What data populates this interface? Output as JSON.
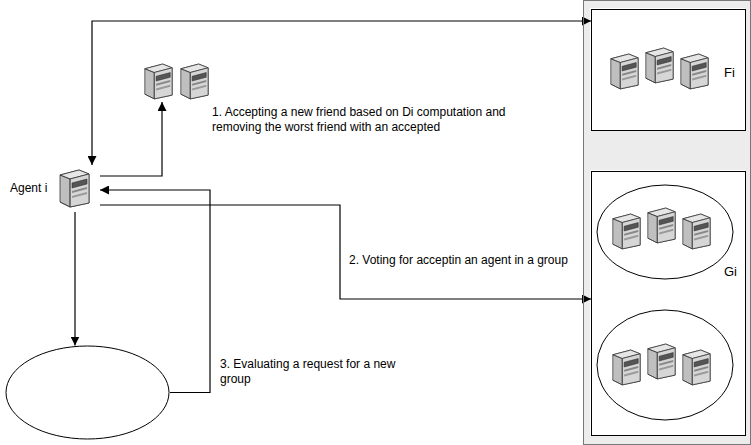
{
  "diagram": {
    "nodes": [
      {
        "text": [
          "Agent i"
        ]
      },
      {
        "text": []
      },
      {
        "text": []
      },
      {
        "text": [
          "Fi"
        ],
        "in": 2
      },
      {
        "text": [
          "Gi"
        ],
        "in": 2
      },
      {
        "text": []
      }
    ],
    "edges": [
      {
        "from": 0,
        "to": 3,
        "arrow": "both"
      },
      {
        "from": 0,
        "to": 1,
        "arrow": "to",
        "label": "1. Accepting a new friend based on Di computation and removing the worst friend with an accepted"
      },
      {
        "from": 0,
        "to": 4,
        "arrow": "to",
        "label": "2. Voting for acceptin an agent in a group"
      },
      {
        "from": 0,
        "to": 5,
        "arrow": "to"
      },
      {
        "from": 5,
        "to": 0,
        "arrow": "to",
        "label": "3. Evaluating a request for a new group"
      }
    ]
  }
}
